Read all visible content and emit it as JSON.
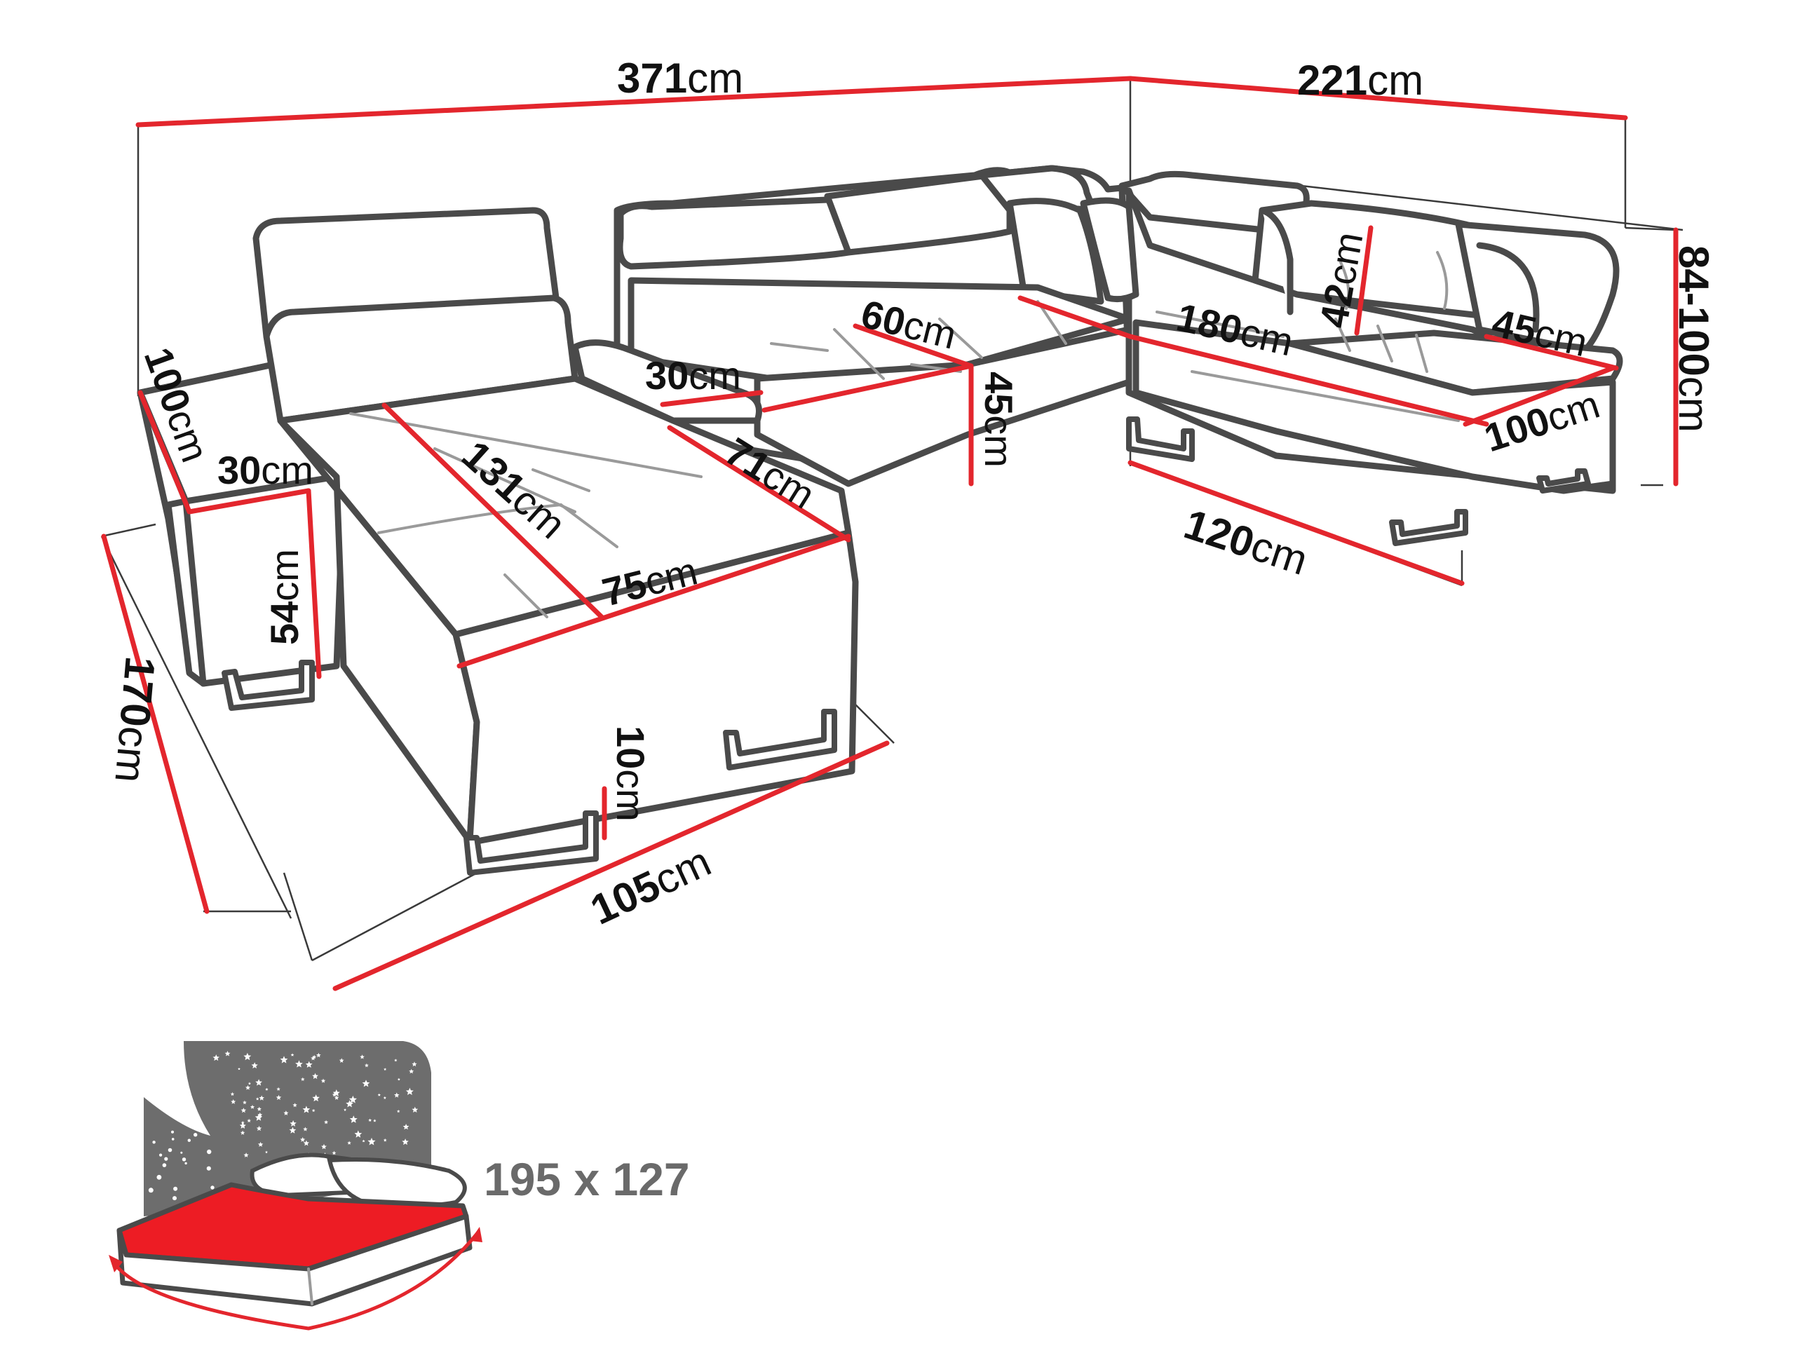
{
  "colors": {
    "dimension_line": "#e3262d",
    "outline": "#4a4a4a",
    "bed_surface": "#ed1c24",
    "night_sky": "#6d6d6d"
  },
  "dimensions": {
    "total_width": {
      "value": "371",
      "unit": "cm"
    },
    "right_depth": {
      "value": "221",
      "unit": "cm"
    },
    "height": {
      "value": "84-100",
      "unit": "cm"
    },
    "left_arm_width": {
      "value": "100",
      "unit": "cm"
    },
    "arm_depth": {
      "value": "30",
      "unit": "cm"
    },
    "arm_height": {
      "value": "54",
      "unit": "cm"
    },
    "chaise_length": {
      "value": "170",
      "unit": "cm"
    },
    "chaise_seat_length": {
      "value": "131",
      "unit": "cm"
    },
    "chaise_seat_width": {
      "value": "75",
      "unit": "cm"
    },
    "armrest_top": {
      "value": "30",
      "unit": "cm"
    },
    "seat_depth_mid": {
      "value": "71",
      "unit": "cm"
    },
    "seat_depth": {
      "value": "60",
      "unit": "cm"
    },
    "seat_height": {
      "value": "45",
      "unit": "cm"
    },
    "corner_seat": {
      "value": "180",
      "unit": "cm"
    },
    "headrest": {
      "value": "42",
      "unit": "cm"
    },
    "right_arm": {
      "value": "45",
      "unit": "cm"
    },
    "right_module_depth": {
      "value": "100",
      "unit": "cm"
    },
    "right_module_width": {
      "value": "120",
      "unit": "cm"
    },
    "chaise_width": {
      "value": "105",
      "unit": "cm"
    },
    "leg_height": {
      "value": "10",
      "unit": "cm"
    }
  },
  "bed": {
    "icon": "sleeping-function-icon",
    "size_label": "195 x 127"
  }
}
